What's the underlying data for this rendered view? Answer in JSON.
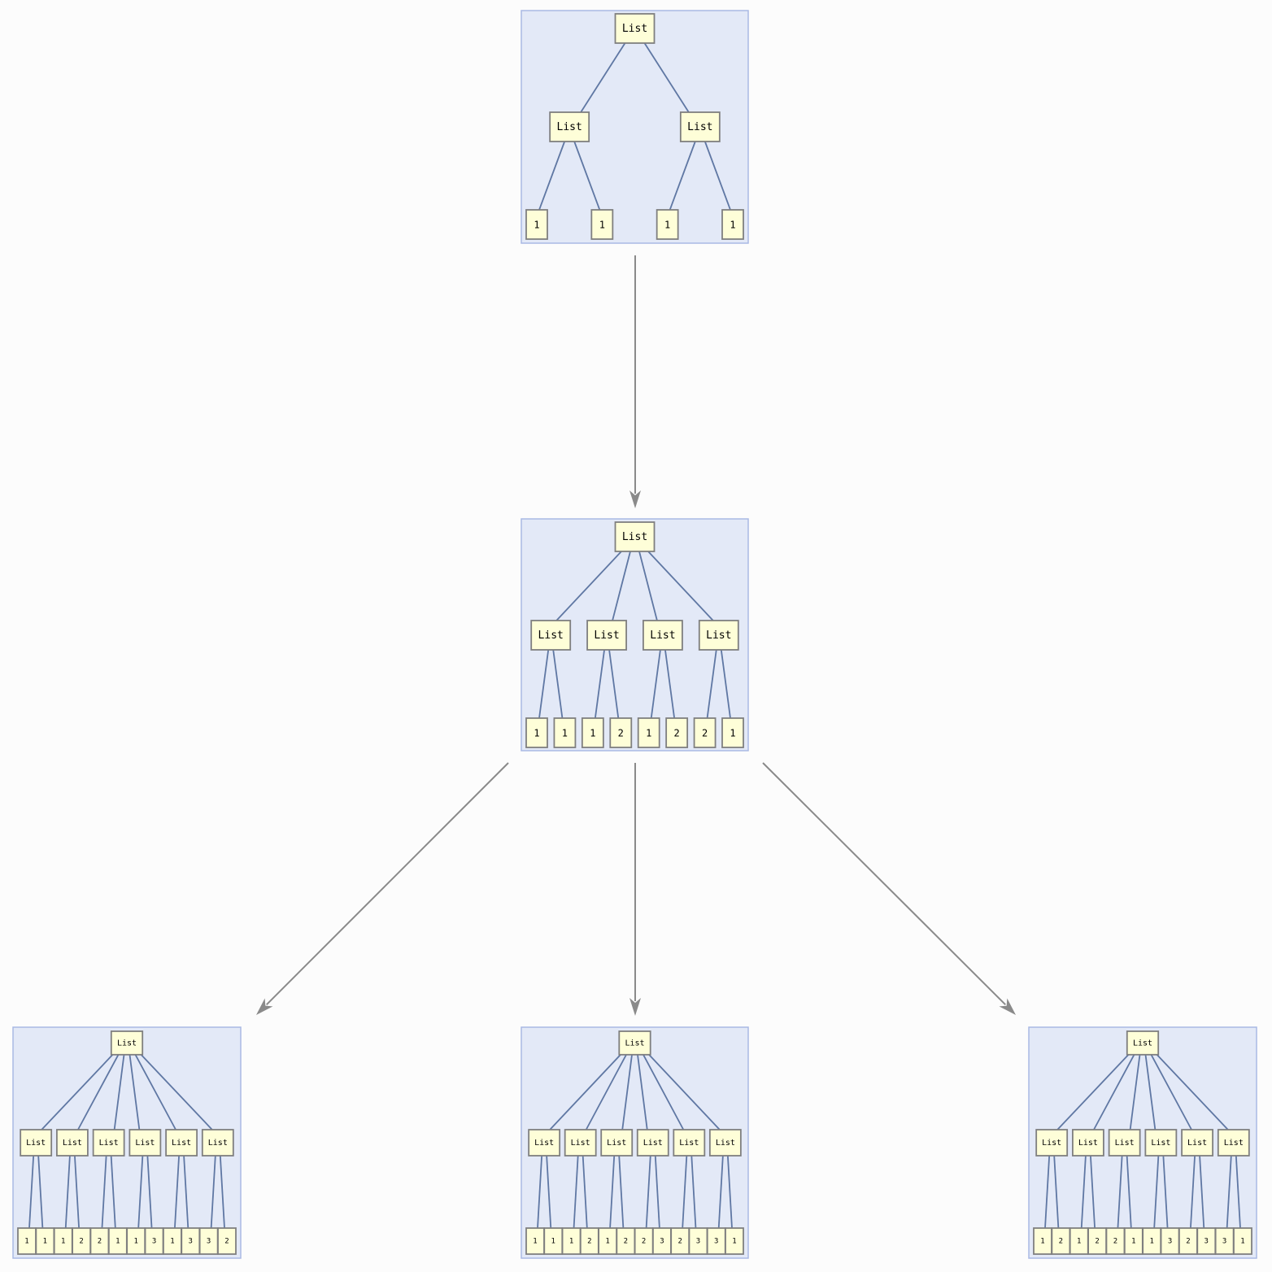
{
  "colors": {
    "background": "#fcfcfc",
    "panel_fill": "#e3e9f7",
    "panel_border": "#a9b9e4",
    "node_fill": "#fefed8",
    "node_border": "#7f7f7f",
    "tree_edge": "#5f77a3",
    "arrow": "#8a8a8a"
  },
  "trees": [
    {
      "id": "tree-1",
      "root": "List",
      "children": [
        {
          "label": "List",
          "leaves": [
            "1",
            "1"
          ]
        },
        {
          "label": "List",
          "leaves": [
            "1",
            "1"
          ]
        }
      ]
    },
    {
      "id": "tree-2",
      "root": "List",
      "children": [
        {
          "label": "List",
          "leaves": [
            "1",
            "1"
          ]
        },
        {
          "label": "List",
          "leaves": [
            "1",
            "2"
          ]
        },
        {
          "label": "List",
          "leaves": [
            "1",
            "2"
          ]
        },
        {
          "label": "List",
          "leaves": [
            "2",
            "1"
          ]
        }
      ]
    },
    {
      "id": "tree-3",
      "root": "List",
      "children": [
        {
          "label": "List",
          "leaves": [
            "1",
            "1"
          ]
        },
        {
          "label": "List",
          "leaves": [
            "1",
            "2"
          ]
        },
        {
          "label": "List",
          "leaves": [
            "2",
            "1"
          ]
        },
        {
          "label": "List",
          "leaves": [
            "1",
            "3"
          ]
        },
        {
          "label": "List",
          "leaves": [
            "1",
            "3"
          ]
        },
        {
          "label": "List",
          "leaves": [
            "3",
            "2"
          ]
        }
      ]
    },
    {
      "id": "tree-4",
      "root": "List",
      "children": [
        {
          "label": "List",
          "leaves": [
            "1",
            "1"
          ]
        },
        {
          "label": "List",
          "leaves": [
            "1",
            "2"
          ]
        },
        {
          "label": "List",
          "leaves": [
            "1",
            "2"
          ]
        },
        {
          "label": "List",
          "leaves": [
            "2",
            "3"
          ]
        },
        {
          "label": "List",
          "leaves": [
            "2",
            "3"
          ]
        },
        {
          "label": "List",
          "leaves": [
            "3",
            "1"
          ]
        }
      ]
    },
    {
      "id": "tree-5",
      "root": "List",
      "children": [
        {
          "label": "List",
          "leaves": [
            "1",
            "2"
          ]
        },
        {
          "label": "List",
          "leaves": [
            "1",
            "2"
          ]
        },
        {
          "label": "List",
          "leaves": [
            "2",
            "1"
          ]
        },
        {
          "label": "List",
          "leaves": [
            "1",
            "3"
          ]
        },
        {
          "label": "List",
          "leaves": [
            "2",
            "3"
          ]
        },
        {
          "label": "List",
          "leaves": [
            "3",
            "1"
          ]
        }
      ]
    }
  ],
  "transitions": [
    {
      "from": "tree-1",
      "to": "tree-2"
    },
    {
      "from": "tree-2",
      "to": "tree-3"
    },
    {
      "from": "tree-2",
      "to": "tree-4"
    },
    {
      "from": "tree-2",
      "to": "tree-5"
    }
  ]
}
